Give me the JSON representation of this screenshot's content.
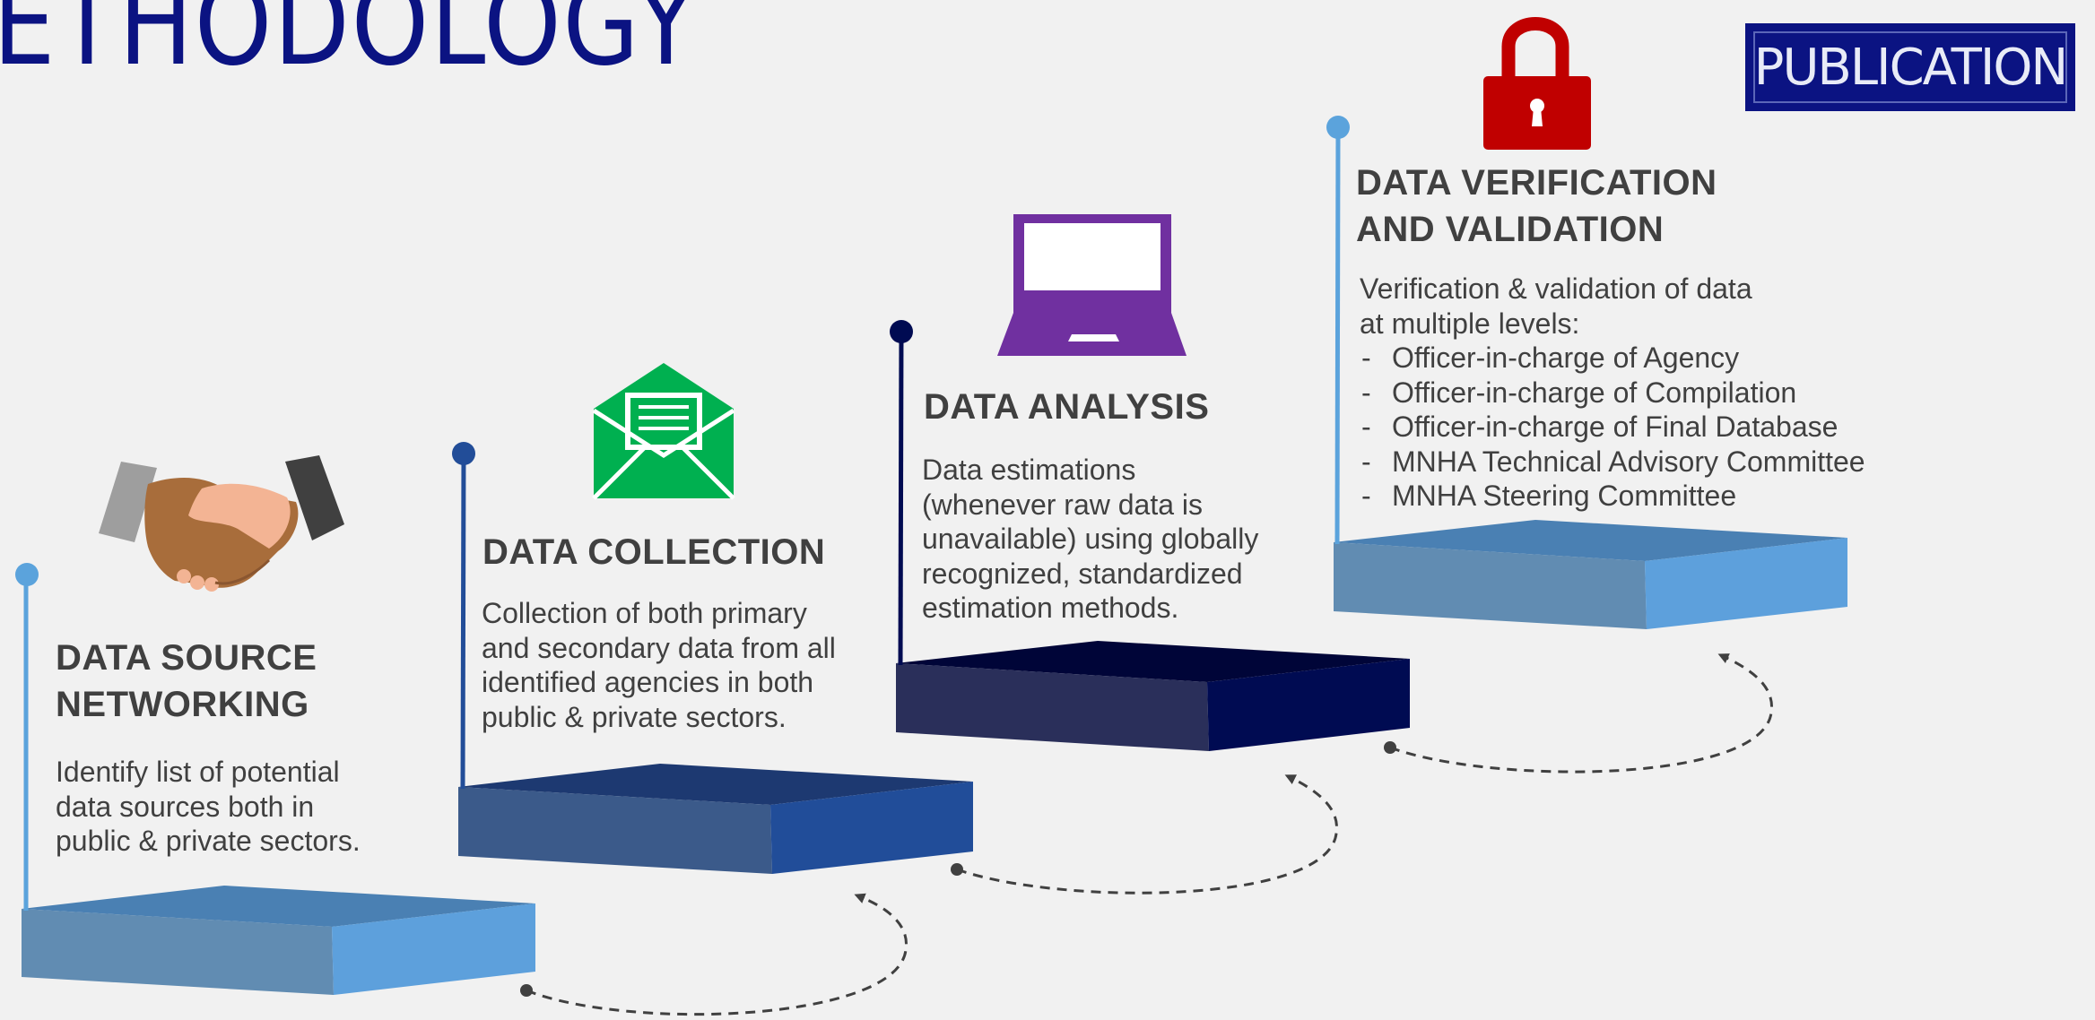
{
  "header": {
    "title": "ETHODOLOGY",
    "publication_button": "PUBLICATION"
  },
  "steps": [
    {
      "title_line1": "DATA SOURCE",
      "title_line2": "NETWORKING",
      "desc": [
        "Identify list of potential",
        "data sources both in",
        "public & private sectors."
      ],
      "icon": "handshake-icon"
    },
    {
      "title_line1": "DATA COLLECTION",
      "desc": [
        "Collection of both primary",
        "and secondary data from all",
        "identified agencies in both",
        "public & private sectors."
      ],
      "icon": "envelope-icon"
    },
    {
      "title_line1": "DATA ANALYSIS",
      "desc": [
        "Data estimations",
        "(whenever raw data is",
        "unavailable) using globally",
        "recognized, standardized",
        "estimation methods."
      ],
      "icon": "laptop-icon"
    },
    {
      "title_line1": "DATA VERIFICATION",
      "title_line2": "AND VALIDATION",
      "desc": [
        "Verification & validation of data",
        "at multiple levels:"
      ],
      "list": [
        "Officer-in-charge of Agency",
        "Officer-in-charge of Compilation",
        "Officer-in-charge of Final Database",
        "MNHA Technical Advisory Committee",
        "MNHA Steering Committee"
      ],
      "icon": "padlock-icon"
    }
  ],
  "colors": {
    "title": "#0b1382",
    "light_blue": "#5ba3dc",
    "mid_blue": "#224d98",
    "dark_navy": "#000b52",
    "envelope_green": "#00b050",
    "laptop_purple": "#7030a0",
    "lock_red": "#c00000"
  }
}
